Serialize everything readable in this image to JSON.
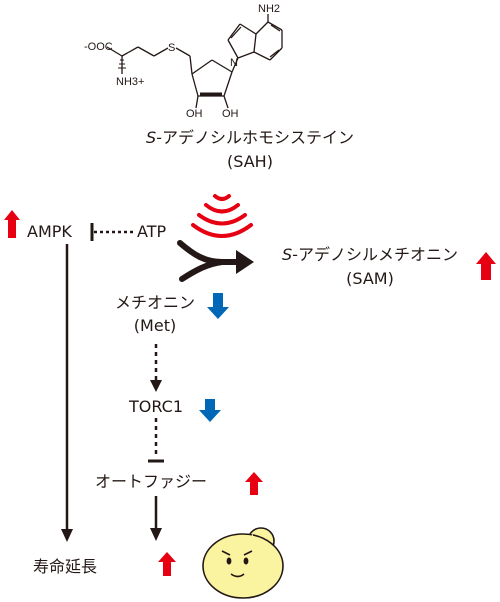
{
  "sah_structure": {
    "carboxylate": "-OOC",
    "amino": "NH3+",
    "sulfur": "S",
    "amine": "NH2",
    "hydroxyl_1": "OH",
    "hydroxyl_2": "OH",
    "ring_N": "N"
  },
  "sah": {
    "name_prefix": "S-",
    "name_rest": "アデノシルホモシステイン",
    "abbr": "(SAH)"
  },
  "sam": {
    "name_prefix": "S-",
    "name_rest": "アデノシルメチオニン",
    "abbr": "(SAM)"
  },
  "ampk": "AMPK",
  "atp": "ATP",
  "methionine": {
    "name": "メチオニン",
    "abbr": "(Met)"
  },
  "torc1": "TORC1",
  "autophagy": "オートファジー",
  "longevity": "寿命延長",
  "colors": {
    "up_arrow": "#e60012",
    "down_arrow": "#0068b7",
    "signal_waves": "#e60012",
    "face": "#faf3a0",
    "ink": "#231815"
  },
  "icons": {
    "increase": "red-up-arrow-icon",
    "decrease": "blue-down-arrow-icon",
    "signal": "signal-waves-icon",
    "mascot": "yeast-cell-face-icon"
  }
}
